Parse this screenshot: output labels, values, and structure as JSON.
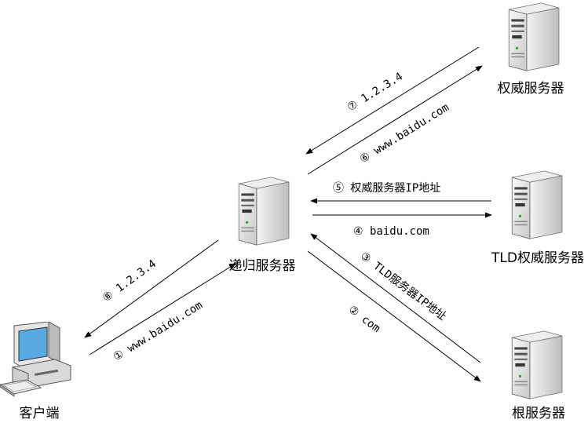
{
  "nodes": {
    "authoritative_server": {
      "label": "权威服务器",
      "icon": "server-tower-icon"
    },
    "tld_server": {
      "label": "TLD权威服务器",
      "icon": "server-tower-icon"
    },
    "recursive_server": {
      "label": "递归服务器",
      "icon": "server-tower-icon"
    },
    "root_server": {
      "label": "根服务器",
      "icon": "server-tower-icon"
    },
    "client": {
      "label": "客户端",
      "icon": "desktop-computer-icon"
    }
  },
  "steps": {
    "s1": "① www.baidu.com",
    "s2": "② com",
    "s3": "③ TLD服务器IP地址",
    "s4": "④ baidu.com",
    "s5": "⑤ 权威服务器IP地址",
    "s6": "⑥ www.baidu.com",
    "s7": "⑦ 1.2.3.4",
    "s8": "⑧ 1.2.3.4"
  },
  "colors": {
    "line": "#000000",
    "server_body": "#e8e8e8",
    "server_front": "#cfcfcf",
    "screen": "#5aa8e0"
  }
}
